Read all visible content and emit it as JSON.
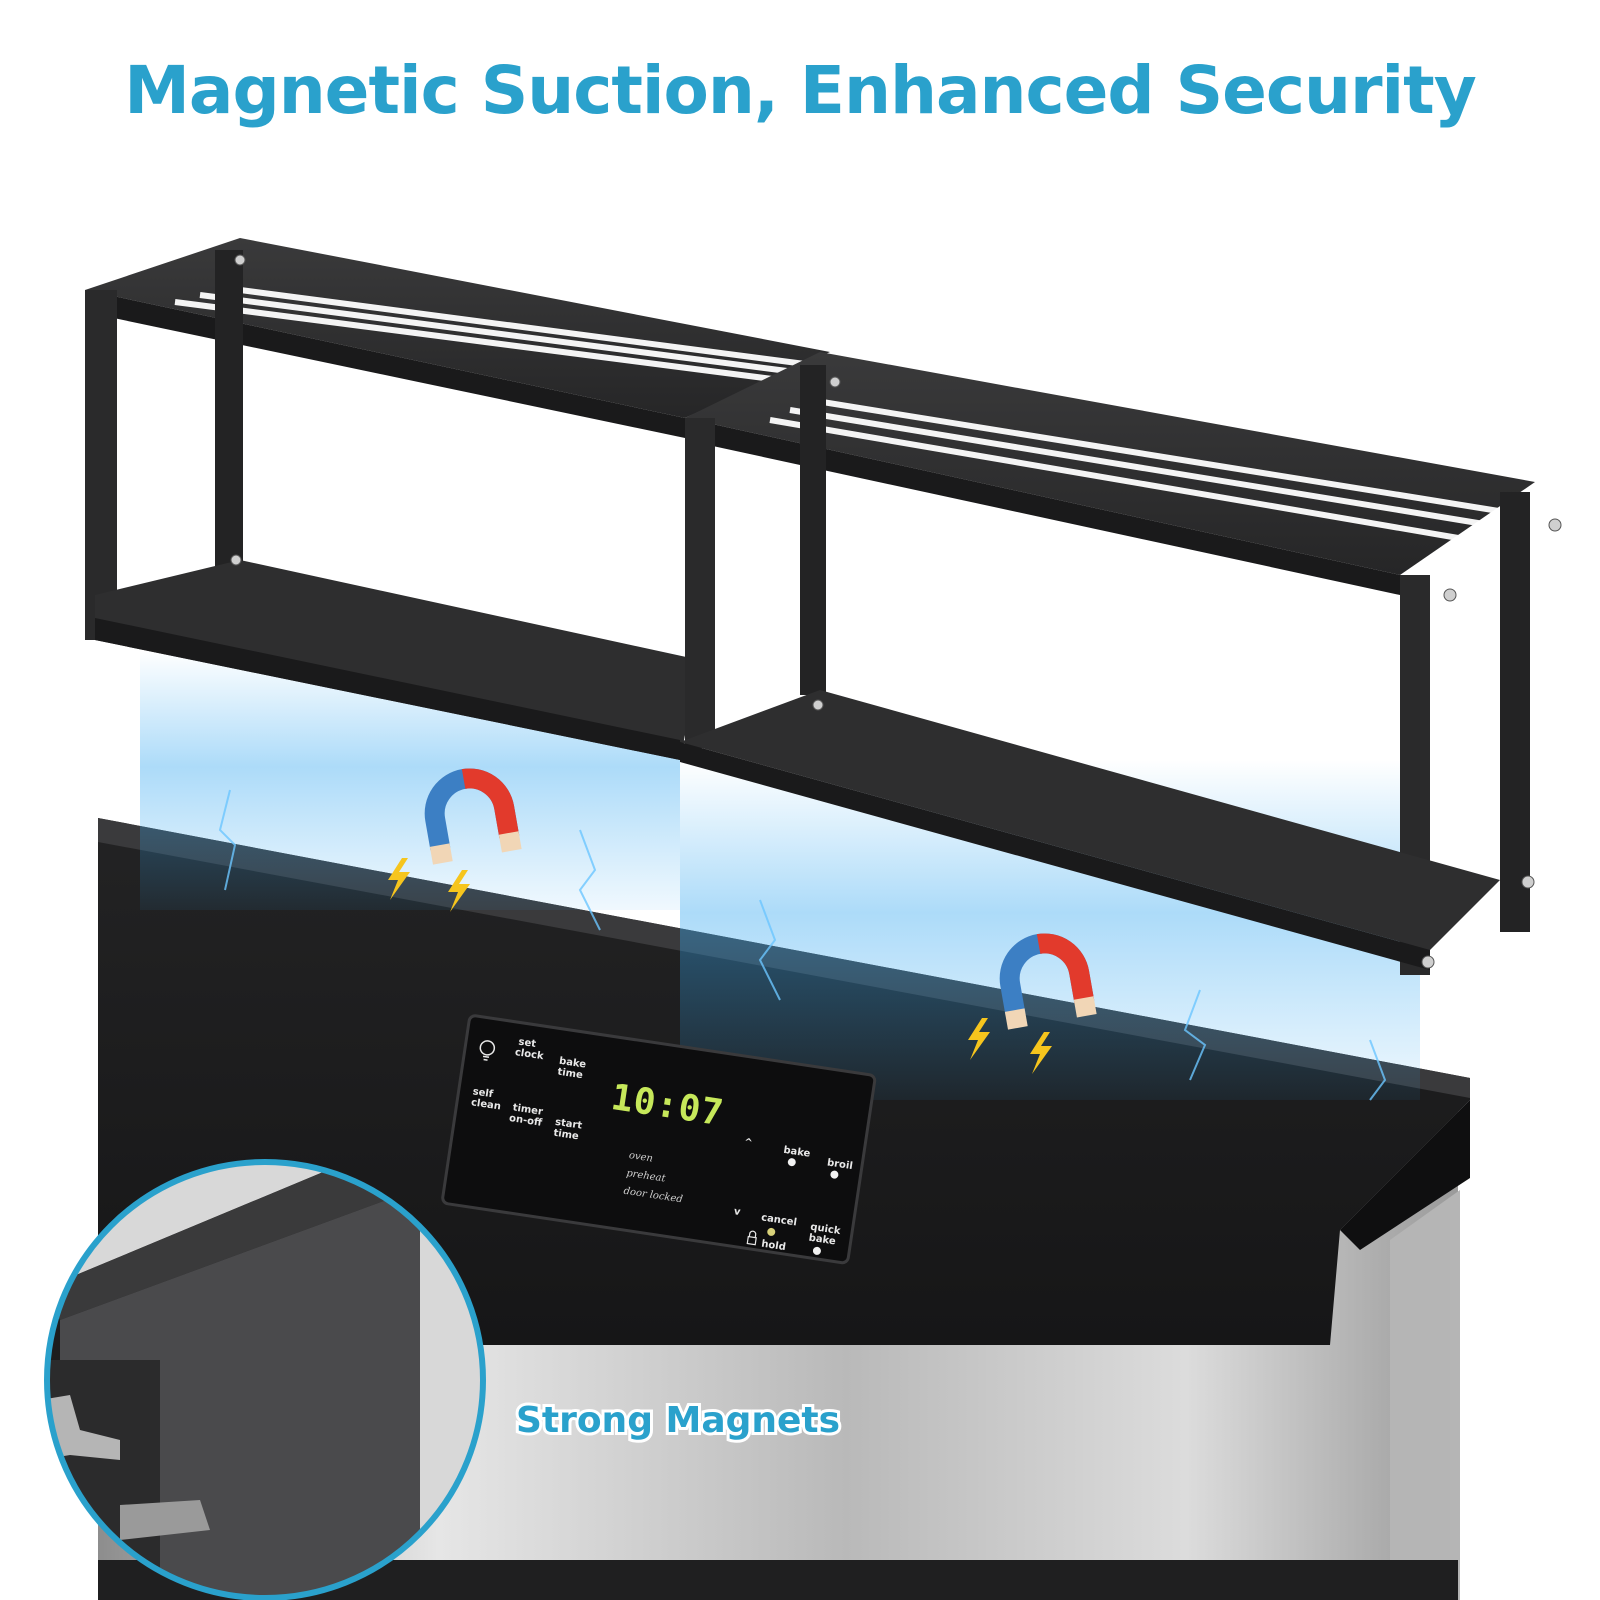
{
  "headline": "Magnetic Suction, Enhanced Security",
  "callout": {
    "label": "Strong Magnets"
  },
  "control_panel": {
    "display_time": "10:07",
    "buttons": {
      "set_clock": [
        "set",
        "clock"
      ],
      "bake_time": [
        "bake",
        "time"
      ],
      "self_clean": [
        "self",
        "clean"
      ],
      "timer": [
        "timer",
        "on-off"
      ],
      "start_time": [
        "start",
        "time"
      ],
      "bake": "bake",
      "broil": "broil",
      "cancel": "cancel",
      "hold": "hold",
      "quick_bake": [
        "quick",
        "bake"
      ],
      "up": "^",
      "down": "v"
    },
    "status": {
      "oven": "oven",
      "preheat": "preheat",
      "door_locked": "door locked"
    }
  },
  "colors": {
    "headline": "#2aa1cc",
    "callout_text": "#2aa1cc",
    "callout_ring": "#2aa1cc",
    "shelf": "#2a2a2b",
    "stove_black": "#1c1c1d",
    "steel": "#c9c9c9",
    "lcd_green": "#c6e85a",
    "magnet_red": "#e23a2c",
    "magnet_blue": "#3c7fc4",
    "lightning": "#f6c51d",
    "field_blue": "#37a8f0"
  },
  "icons": [
    "light-bulb-icon",
    "lock-icon",
    "horseshoe-magnet-icon",
    "lightning-bolt-icon",
    "magnetic-field-icon"
  ]
}
